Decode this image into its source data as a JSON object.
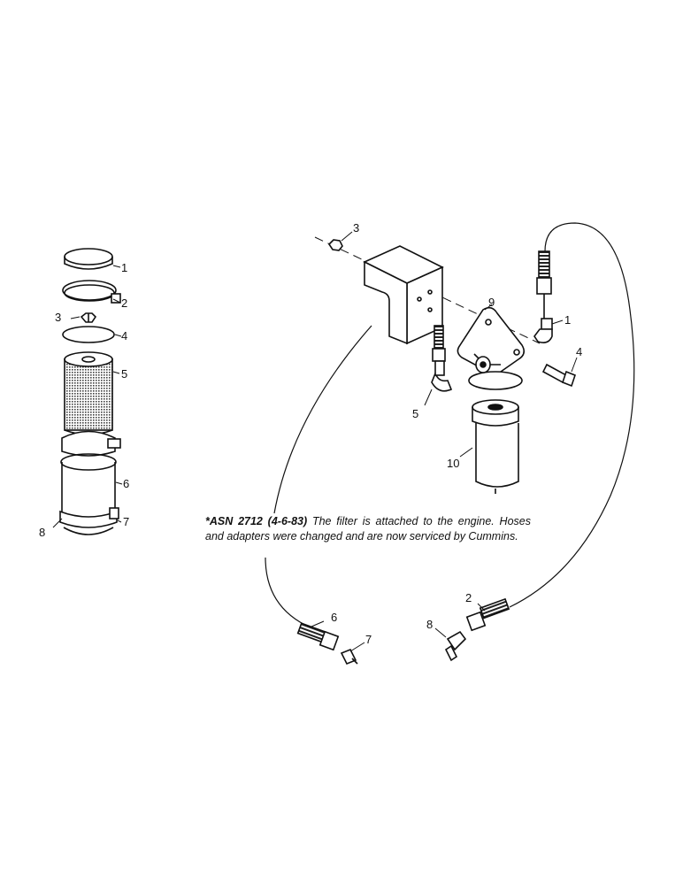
{
  "left_assembly": {
    "labels": [
      "1",
      "2",
      "3",
      "4",
      "5",
      "6",
      "7",
      "8"
    ]
  },
  "right_assembly": {
    "labels": [
      "3",
      "9",
      "1",
      "4",
      "5",
      "10",
      "2",
      "6",
      "7",
      "8"
    ]
  },
  "note": {
    "bold": "*ASN 2712 (4-6-83)",
    "text": " The filter is attached to the engine. Hoses and adapters were changed and are now serviced by Cummins."
  }
}
